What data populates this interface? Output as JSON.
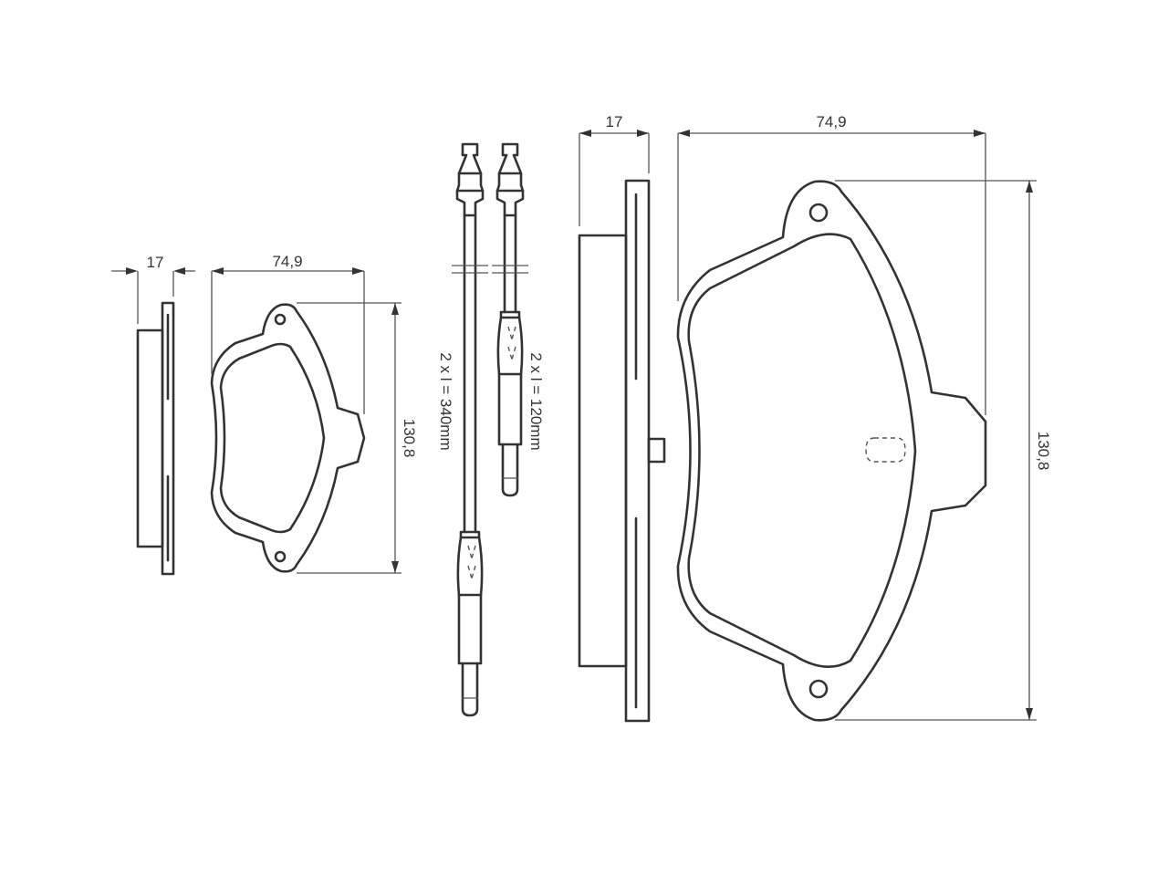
{
  "small_pad": {
    "thickness": "17",
    "width": "74,9",
    "height": "130,8"
  },
  "wires": {
    "long_label": "2 x l = 340mm",
    "short_label": "2 x l = 120mm"
  },
  "large_pad": {
    "thickness": "17",
    "width": "74,9",
    "height": "130,8"
  }
}
